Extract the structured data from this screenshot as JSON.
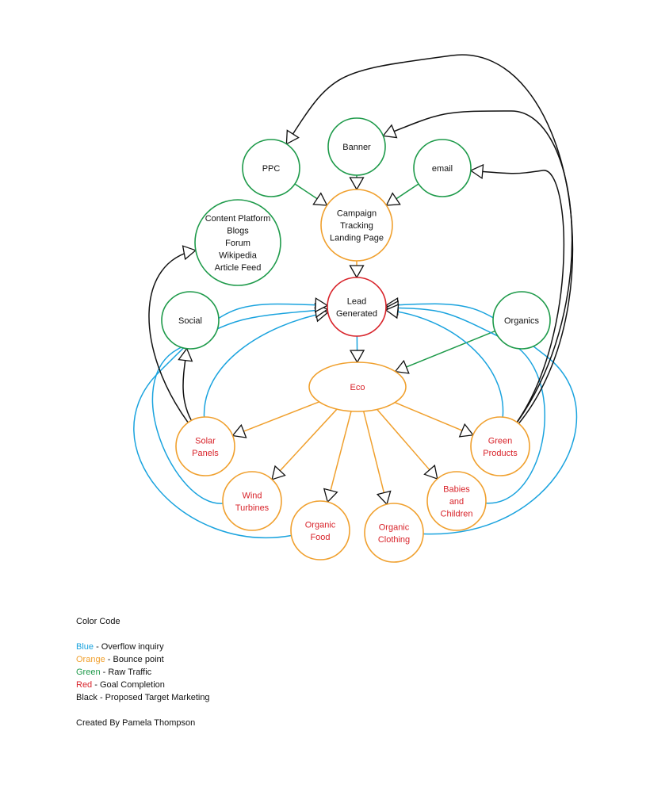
{
  "colors": {
    "blue": "#1aa3de",
    "orange": "#f0a02e",
    "green": "#1e9a4a",
    "red": "#d8232a",
    "black": "#111111"
  },
  "nodes": {
    "ppc": {
      "lines": [
        "PPC"
      ],
      "stroke": "green",
      "text": "black"
    },
    "banner": {
      "lines": [
        "Banner"
      ],
      "stroke": "green",
      "text": "black"
    },
    "email": {
      "lines": [
        "email"
      ],
      "stroke": "green",
      "text": "black"
    },
    "campaign": {
      "lines": [
        "Campaign",
        "Tracking",
        "Landing Page"
      ],
      "stroke": "orange",
      "text": "black"
    },
    "content": {
      "lines": [
        "Content Platform",
        "Blogs",
        "Forum",
        "Wikipedia",
        "Article Feed"
      ],
      "stroke": "green",
      "text": "black"
    },
    "lead": {
      "lines": [
        "Lead",
        "Generated"
      ],
      "stroke": "red",
      "text": "black"
    },
    "social": {
      "lines": [
        "Social"
      ],
      "stroke": "green",
      "text": "black"
    },
    "organics": {
      "lines": [
        "Organics"
      ],
      "stroke": "green",
      "text": "black"
    },
    "eco": {
      "lines": [
        "Eco"
      ],
      "stroke": "orange",
      "text": "red"
    },
    "solar": {
      "lines": [
        "Solar",
        "Panels"
      ],
      "stroke": "orange",
      "text": "red"
    },
    "wind": {
      "lines": [
        "Wind",
        "Turbines"
      ],
      "stroke": "orange",
      "text": "red"
    },
    "food": {
      "lines": [
        "Organic",
        "Food"
      ],
      "stroke": "orange",
      "text": "red"
    },
    "clothing": {
      "lines": [
        "Organic",
        "Clothing"
      ],
      "stroke": "orange",
      "text": "red"
    },
    "babies": {
      "lines": [
        "Babies",
        "and",
        "Children"
      ],
      "stroke": "orange",
      "text": "red"
    },
    "green_products": {
      "lines": [
        "Green",
        "Products"
      ],
      "stroke": "orange",
      "text": "red"
    }
  },
  "edges": [
    {
      "from": "ppc",
      "to": "campaign",
      "color": "green"
    },
    {
      "from": "banner",
      "to": "campaign",
      "color": "green"
    },
    {
      "from": "email",
      "to": "campaign",
      "color": "green"
    },
    {
      "from": "campaign",
      "to": "lead",
      "color": "orange"
    },
    {
      "from": "lead",
      "to": "eco",
      "color": "blue"
    },
    {
      "from": "organics",
      "to": "eco",
      "color": "green"
    },
    {
      "from": "eco",
      "to": "solar",
      "color": "orange"
    },
    {
      "from": "eco",
      "to": "wind",
      "color": "orange"
    },
    {
      "from": "eco",
      "to": "food",
      "color": "orange"
    },
    {
      "from": "eco",
      "to": "clothing",
      "color": "orange"
    },
    {
      "from": "eco",
      "to": "babies",
      "color": "orange"
    },
    {
      "from": "eco",
      "to": "green_products",
      "color": "orange"
    },
    {
      "from": "solar",
      "to": "lead",
      "color": "blue"
    },
    {
      "from": "wind",
      "to": "lead",
      "color": "blue"
    },
    {
      "from": "food",
      "to": "lead",
      "color": "blue"
    },
    {
      "from": "clothing",
      "to": "lead",
      "color": "blue"
    },
    {
      "from": "babies",
      "to": "lead",
      "color": "blue"
    },
    {
      "from": "green_products",
      "to": "lead",
      "color": "blue"
    },
    {
      "from": "solar",
      "to": "social",
      "color": "black"
    },
    {
      "from": "solar",
      "to": "content",
      "color": "black"
    },
    {
      "from": "green_products",
      "to": "ppc",
      "color": "black"
    },
    {
      "from": "green_products",
      "to": "banner",
      "color": "black"
    },
    {
      "from": "green_products",
      "to": "email",
      "color": "black"
    }
  ],
  "legend": {
    "title": "Color Code",
    "items": [
      {
        "word": "Blue",
        "rest": " - Overflow inquiry",
        "color": "blue"
      },
      {
        "word": "Orange",
        "rest": " - Bounce point",
        "color": "orange"
      },
      {
        "word": "Green",
        "rest": " - Raw Traffic",
        "color": "green"
      },
      {
        "word": "Red",
        "rest": " - Goal Completion",
        "color": "red"
      },
      {
        "word": "Black",
        "rest": " - Proposed Target Marketing",
        "color": "black"
      }
    ],
    "credit": "Created By Pamela Thompson"
  }
}
